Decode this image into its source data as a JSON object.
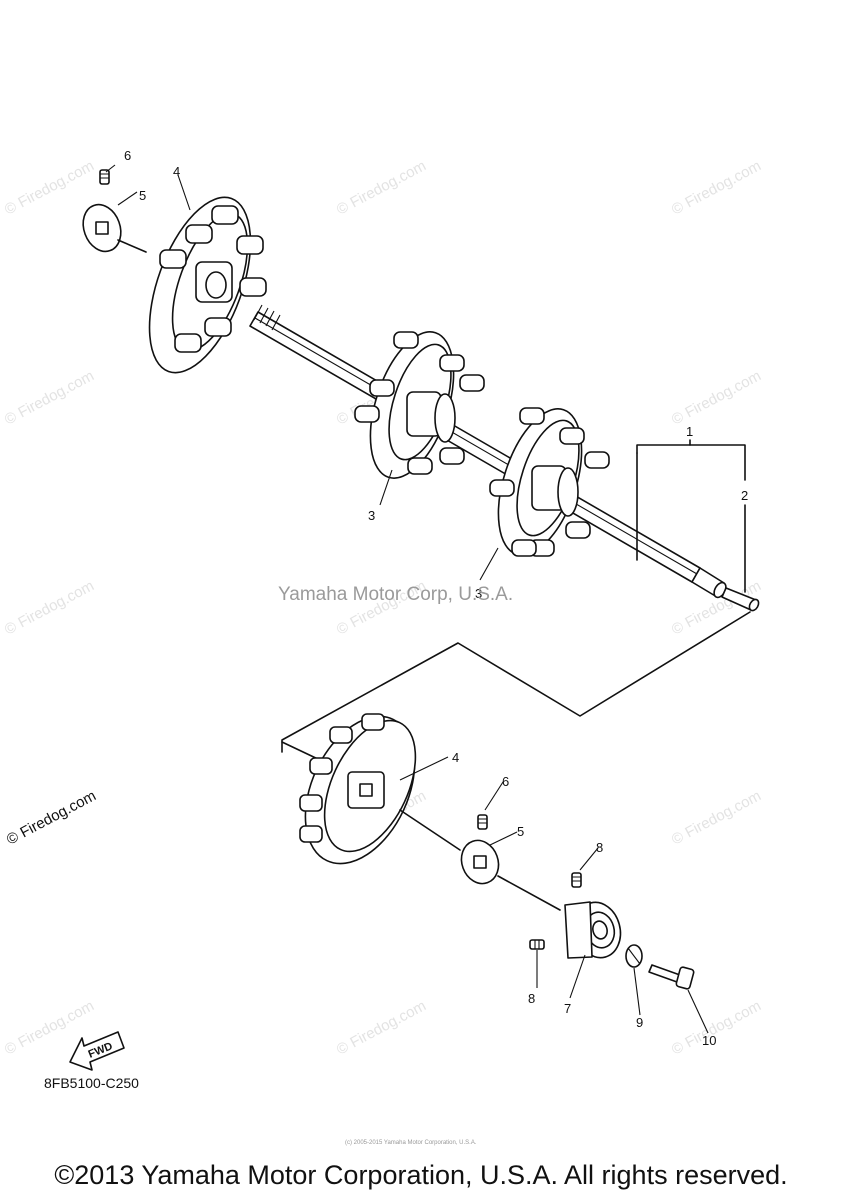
{
  "watermark": {
    "text": "© Firedog.com"
  },
  "diagram": {
    "center_mark": "Yamaha Motor Corp, U.S.A.",
    "part_code": "8FB5100-C250",
    "fwd_label": "FWD",
    "footer_small": "(c) 2005-2015 Yamaha Motor Corporation, U.S.A.",
    "copyright": "©2013 Yamaha Motor Corporation, U.S.A. All rights reserved."
  },
  "callouts": [
    {
      "id": "c6a",
      "label": "6"
    },
    {
      "id": "c5a",
      "label": "5"
    },
    {
      "id": "c4a",
      "label": "4"
    },
    {
      "id": "c1",
      "label": "1"
    },
    {
      "id": "c2",
      "label": "2"
    },
    {
      "id": "c3a",
      "label": "3"
    },
    {
      "id": "c3b",
      "label": "3"
    },
    {
      "id": "c4b",
      "label": "4"
    },
    {
      "id": "c6b",
      "label": "6"
    },
    {
      "id": "c5b",
      "label": "5"
    },
    {
      "id": "c8a",
      "label": "8"
    },
    {
      "id": "c8b",
      "label": "8"
    },
    {
      "id": "c7",
      "label": "7"
    },
    {
      "id": "c9",
      "label": "9"
    },
    {
      "id": "c10",
      "label": "10"
    }
  ]
}
